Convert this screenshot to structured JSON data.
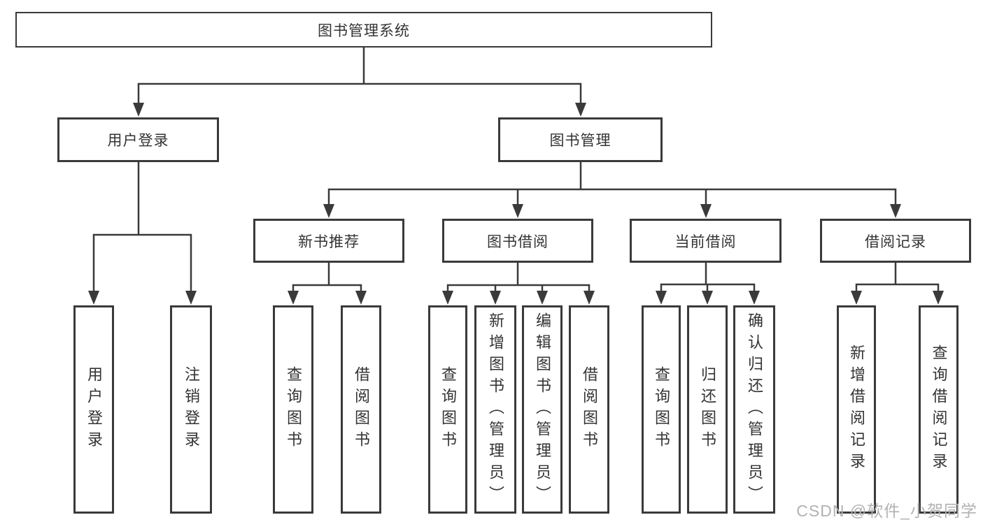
{
  "colors": {
    "line": "#3a3a3a",
    "text": "#333333",
    "background": "#ffffff",
    "watermark": "#b2b2b2"
  },
  "tree": {
    "label": "图书管理系统",
    "children": [
      {
        "label": "用户登录",
        "children": [
          {
            "label": "用户登录"
          },
          {
            "label": "注销登录"
          }
        ]
      },
      {
        "label": "图书管理",
        "children": [
          {
            "label": "新书推荐",
            "children": [
              {
                "label": "查询图书"
              },
              {
                "label": "借阅图书"
              }
            ]
          },
          {
            "label": "图书借阅",
            "children": [
              {
                "label": "查询图书"
              },
              {
                "label": "新增图书（管理员）"
              },
              {
                "label": "编辑图书（管理员）"
              },
              {
                "label": "借阅图书"
              }
            ]
          },
          {
            "label": "当前借阅",
            "children": [
              {
                "label": "查询图书"
              },
              {
                "label": "归还图书"
              },
              {
                "label": "确认归还（管理员）"
              }
            ]
          },
          {
            "label": "借阅记录",
            "children": [
              {
                "label": "新增借阅记录"
              },
              {
                "label": "查询借阅记录"
              }
            ]
          }
        ]
      }
    ]
  },
  "watermark": {
    "text": "CSDN @软件_小贺同学"
  }
}
